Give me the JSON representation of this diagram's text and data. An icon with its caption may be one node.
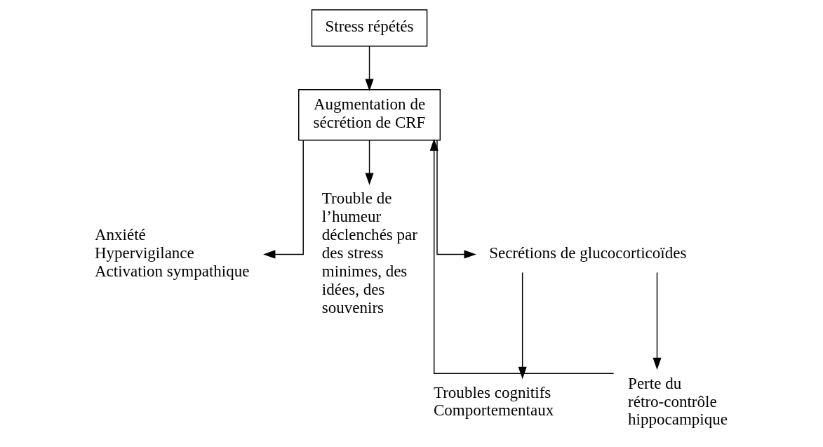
{
  "diagram": {
    "nodes": [
      {
        "text": [
          "Stress répétés"
        ]
      },
      {
        "text": [
          "Augmentation de sécrétion de CRF"
        ]
      },
      {
        "text": [
          "Anxiété",
          "Hypervigilance",
          "Activation sympathique"
        ]
      },
      {
        "text": [
          "Trouble de l’humeur déclenchés par des stress minimes, des idées, des souvenirs"
        ]
      },
      {
        "text": [
          "Secrétions de glucocorticoïdes"
        ]
      },
      {
        "text": [
          "Troubles cognitifs",
          "Comportementaux"
        ]
      },
      {
        "text": [
          "Perte du rétro-contrôle hippocampique"
        ]
      }
    ],
    "edges": [
      {
        "from": 0,
        "to": 1,
        "arrow": "to"
      },
      {
        "from": 1,
        "to": 2,
        "arrow": "to"
      },
      {
        "from": 1,
        "to": 3,
        "arrow": "to"
      },
      {
        "from": 1,
        "to": 4,
        "arrow": "to"
      },
      {
        "from": 4,
        "to": 5,
        "arrow": "to"
      },
      {
        "from": 4,
        "to": 6,
        "arrow": "to"
      },
      {
        "from": 6,
        "to": 1,
        "arrow": "to"
      }
    ]
  }
}
